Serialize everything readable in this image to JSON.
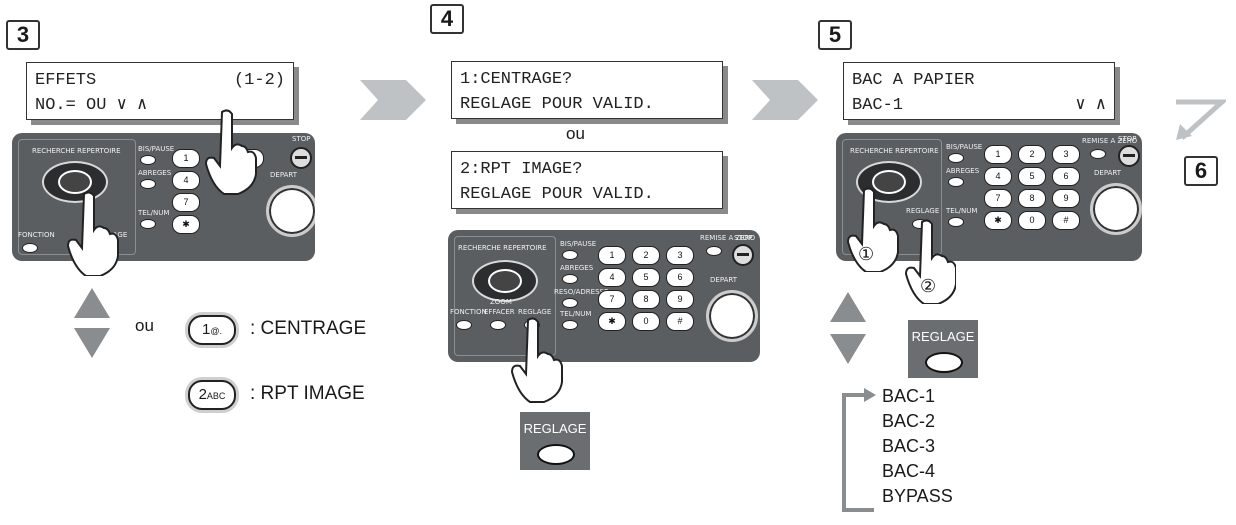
{
  "steps": {
    "s3": "3",
    "s4": "4",
    "s5": "5",
    "s6": "6"
  },
  "step3": {
    "lcd_line1_left": "EFFETS",
    "lcd_line1_right": "(1-2)",
    "lcd_line2": "NO.= OU ∨ ∧",
    "ou": "ou",
    "key1": "1",
    "key1_sub": "@.",
    "key1_desc": ": CENTRAGE",
    "key2": "2",
    "key2_sub": "ABC",
    "key2_desc": ": RPT IMAGE"
  },
  "step4": {
    "lcd1_line1": "1:CENTRAGE?",
    "lcd1_line2": "REGLAGE POUR VALID.",
    "ou": "ou",
    "lcd2_line1": "2:RPT IMAGE?",
    "lcd2_line2": "REGLAGE POUR VALID.",
    "reglage_label": "REGLAGE"
  },
  "step5": {
    "lcd_line1": "BAC A PAPIER",
    "lcd_line2_left": "BAC-1",
    "lcd_line2_right": "∨ ∧",
    "reglage_label": "REGLAGE",
    "finger1": "①",
    "finger2": "②",
    "trays": [
      "BAC-1",
      "BAC-2",
      "BAC-3",
      "BAC-4",
      "BYPASS"
    ]
  },
  "panel": {
    "recherche": "RECHERCHE REPERTOIRE",
    "bis_pause": "BIS/PAUSE",
    "abreges": "ABREGES",
    "res_adresse": "RESO/ADRESSE",
    "tel_num": "TEL/NUM",
    "remise": "REMISE A ZERO",
    "stop": "STOP",
    "depart": "DEPART",
    "fonction": "FONCTION",
    "effacer": "EFFACER",
    "reglage": "REGLAGE",
    "zoom": "ZOOM",
    "keys": [
      "1",
      "2",
      "3",
      "4",
      "5",
      "6",
      "7",
      "8",
      "9",
      "✱",
      "0",
      "#"
    ]
  },
  "colors": {
    "panel": "#5a5e61",
    "arrow": "#bfc2c5",
    "triangle": "#8a8d90"
  }
}
